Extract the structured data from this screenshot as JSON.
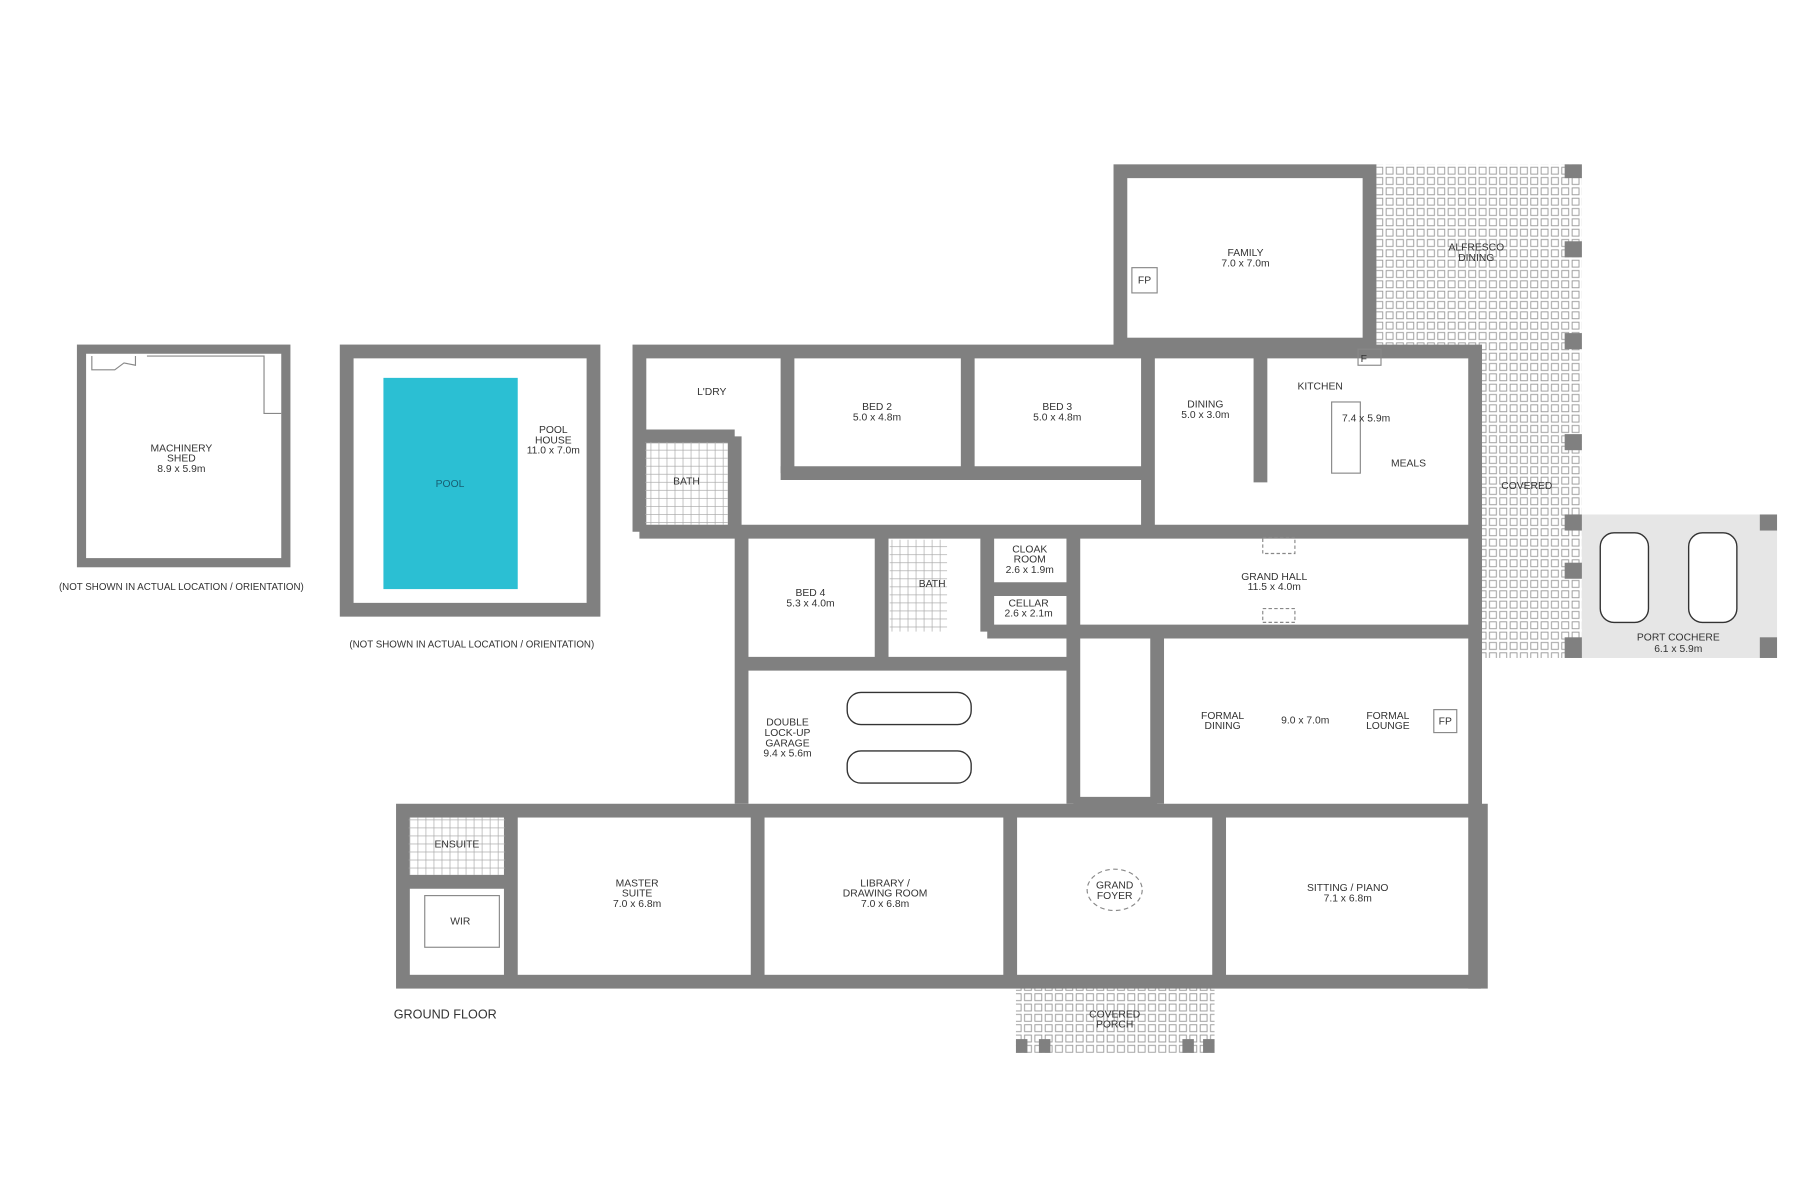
{
  "floor_label": "GROUND FLOOR",
  "notes": {
    "shed": "(NOT SHOWN IN ACTUAL LOCATION / ORIENTATION)",
    "pool": "(NOT SHOWN IN ACTUAL LOCATION / ORIENTATION)"
  },
  "colors": {
    "wall": "#808080",
    "pool": "#2bbfd3",
    "port_cochere": "#e6e6e6"
  },
  "rooms": {
    "machinery_shed": {
      "name1": "MACHINERY",
      "name2": "SHED",
      "size": "8.9 x 5.9m"
    },
    "pool_house": {
      "name1": "POOL",
      "name2": "HOUSE",
      "size": "11.0 x 7.0m"
    },
    "pool": {
      "name": "POOL"
    },
    "family": {
      "name": "FAMILY",
      "size": "7.0 x 7.0m"
    },
    "fp_family": {
      "name": "FP"
    },
    "alfresco": {
      "name1": "ALFRESCO",
      "name2": "DINING"
    },
    "laundry": {
      "name": "L'DRY"
    },
    "bath1": {
      "name": "BATH"
    },
    "bed2": {
      "name": "BED 2",
      "size": "5.0 x 4.8m"
    },
    "bed3": {
      "name": "BED 3",
      "size": "5.0 x 4.8m"
    },
    "dining": {
      "name": "DINING",
      "size": "5.0 x 3.0m"
    },
    "kitchen": {
      "name": "KITCHEN",
      "size": "7.4 x 5.9m",
      "meals": "MEALS",
      "fridge": "F"
    },
    "covered": {
      "name": "COVERED"
    },
    "port_cochere": {
      "name": "PORT COCHERE",
      "size": "6.1 x 5.9m"
    },
    "bed4": {
      "name": "BED 4",
      "size": "5.3 x 4.0m"
    },
    "bath2": {
      "name": "BATH"
    },
    "cloak": {
      "name1": "CLOAK",
      "name2": "ROOM",
      "size": "2.6 x 1.9m"
    },
    "cellar": {
      "name": "CELLAR",
      "size": "2.6 x 2.1m"
    },
    "grand_hall": {
      "name": "GRAND HALL",
      "size": "11.5 x 4.0m"
    },
    "garage": {
      "name1": "DOUBLE",
      "name2": "LOCK-UP",
      "name3": "GARAGE",
      "size": "9.4 x 5.6m"
    },
    "formal": {
      "name1": "FORMAL",
      "name2": "DINING",
      "size": "9.0 x 7.0m",
      "name3": "FORMAL",
      "name4": "LOUNGE",
      "fp": "FP"
    },
    "ensuite": {
      "name": "ENSUITE"
    },
    "wir": {
      "name": "WIR"
    },
    "master": {
      "name1": "MASTER",
      "name2": "SUITE",
      "size": "7.0 x 6.8m"
    },
    "library": {
      "name1": "LIBRARY /",
      "name2": "DRAWING ROOM",
      "size": "7.0 x 6.8m"
    },
    "foyer": {
      "name1": "GRAND",
      "name2": "FOYER"
    },
    "sitting": {
      "name": "SITTING / PIANO",
      "size": "7.1 x 6.8m"
    },
    "porch": {
      "name1": "COVERED",
      "name2": "PORCH"
    }
  }
}
